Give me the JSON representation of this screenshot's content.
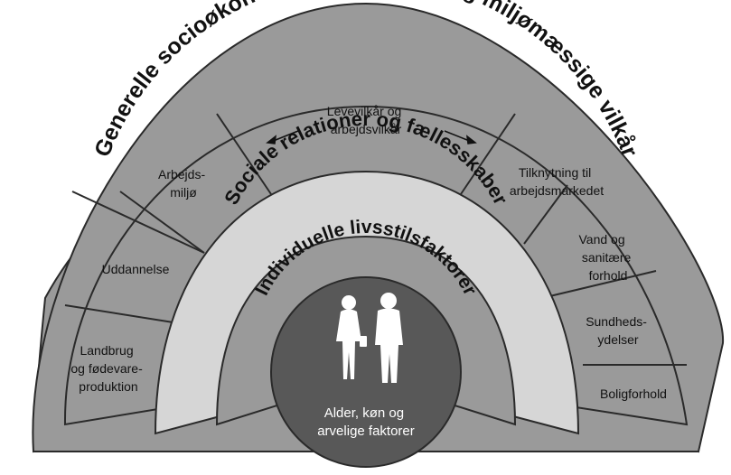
{
  "layers": {
    "outer": "Generelle socioøkonomiske, kulturelle og miljømæssige vilkår",
    "social": "Sociale relationer og fællesskaber",
    "individual": "Individuelle livsstilsfaktorer"
  },
  "center": {
    "line1": "Alder, køn og",
    "line2": "arvelige faktorer"
  },
  "sectors": {
    "landbrug": [
      "Landbrug",
      "og fødevare-",
      "produktion"
    ],
    "uddannelse": [
      "Uddannelse"
    ],
    "arbejdsmiljo": [
      "Arbejds-",
      "miljø"
    ],
    "levevilkar": [
      "Levevilkår og",
      "arbejdsvilkår"
    ],
    "tilknytning": [
      "Tilknytning til",
      "arbejdsmarkedet"
    ],
    "vand": [
      "Vand og",
      "sanitære",
      "forhold"
    ],
    "sundhed": [
      "Sundheds-",
      "ydelser"
    ],
    "bolig": [
      "Boligforhold"
    ]
  },
  "colors": {
    "outer_fill": "#9a9a9a",
    "social_fill": "#d6d6d6",
    "individual_fill": "#9a9a9a",
    "center_fill": "#585858",
    "line": "#2a2a2a"
  }
}
